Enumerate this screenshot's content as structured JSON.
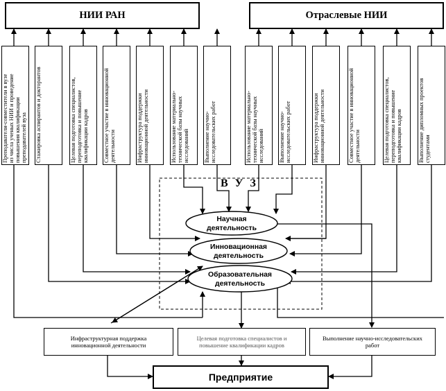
{
  "headers": {
    "nii_ran": "НИИ РАН",
    "industry_nii": "Отраслевые НИИ"
  },
  "left_boxes": [
    "Преподаватели-совместители в вузе\nиз числа ученых НИИ и проведение\nповышения квалификации\nпреподавателей вуза",
    "Стажировка аспирантов и докторантов",
    "Целевая подготовка специалистов,\nпереподготовка и повышение\nквалификации кадров",
    "Совместное участие в инновационной\nдеятельности",
    "Инфраструктура поддержки\nинновационной деятельности",
    "Использование материально-\nтехнической базы научных\nисследований",
    "Выполнение научно-\nисследовательских работ"
  ],
  "right_boxes": [
    "Использование материально-\nтехнической базы научных\nисследований",
    "Выполнение научно-\nисследовательских работ",
    "Инфраструктура поддержки\nинновационной деятельности",
    "Совместное участие в инновационной\nдеятельности",
    "Целевая подготовка специалистов,\nпереподготовка и повышение\nквалификации кадров",
    "Выполнение дипломных проектов\nстудентами"
  ],
  "vuz": {
    "label": "В У З",
    "scientific": "Научная\nдеятельность",
    "innovation": "Инновационная\nдеятельность",
    "education": "Образовательная\nдеятельность"
  },
  "bottom_boxes": [
    "Инфраструктурная поддержка\nинновационной деятельности",
    "Целевая подготовка специалистов и\nповышение квалификации кадров",
    "Выполнение научно-исследовательских\nработ"
  ],
  "enterprise": "Предприятие"
}
